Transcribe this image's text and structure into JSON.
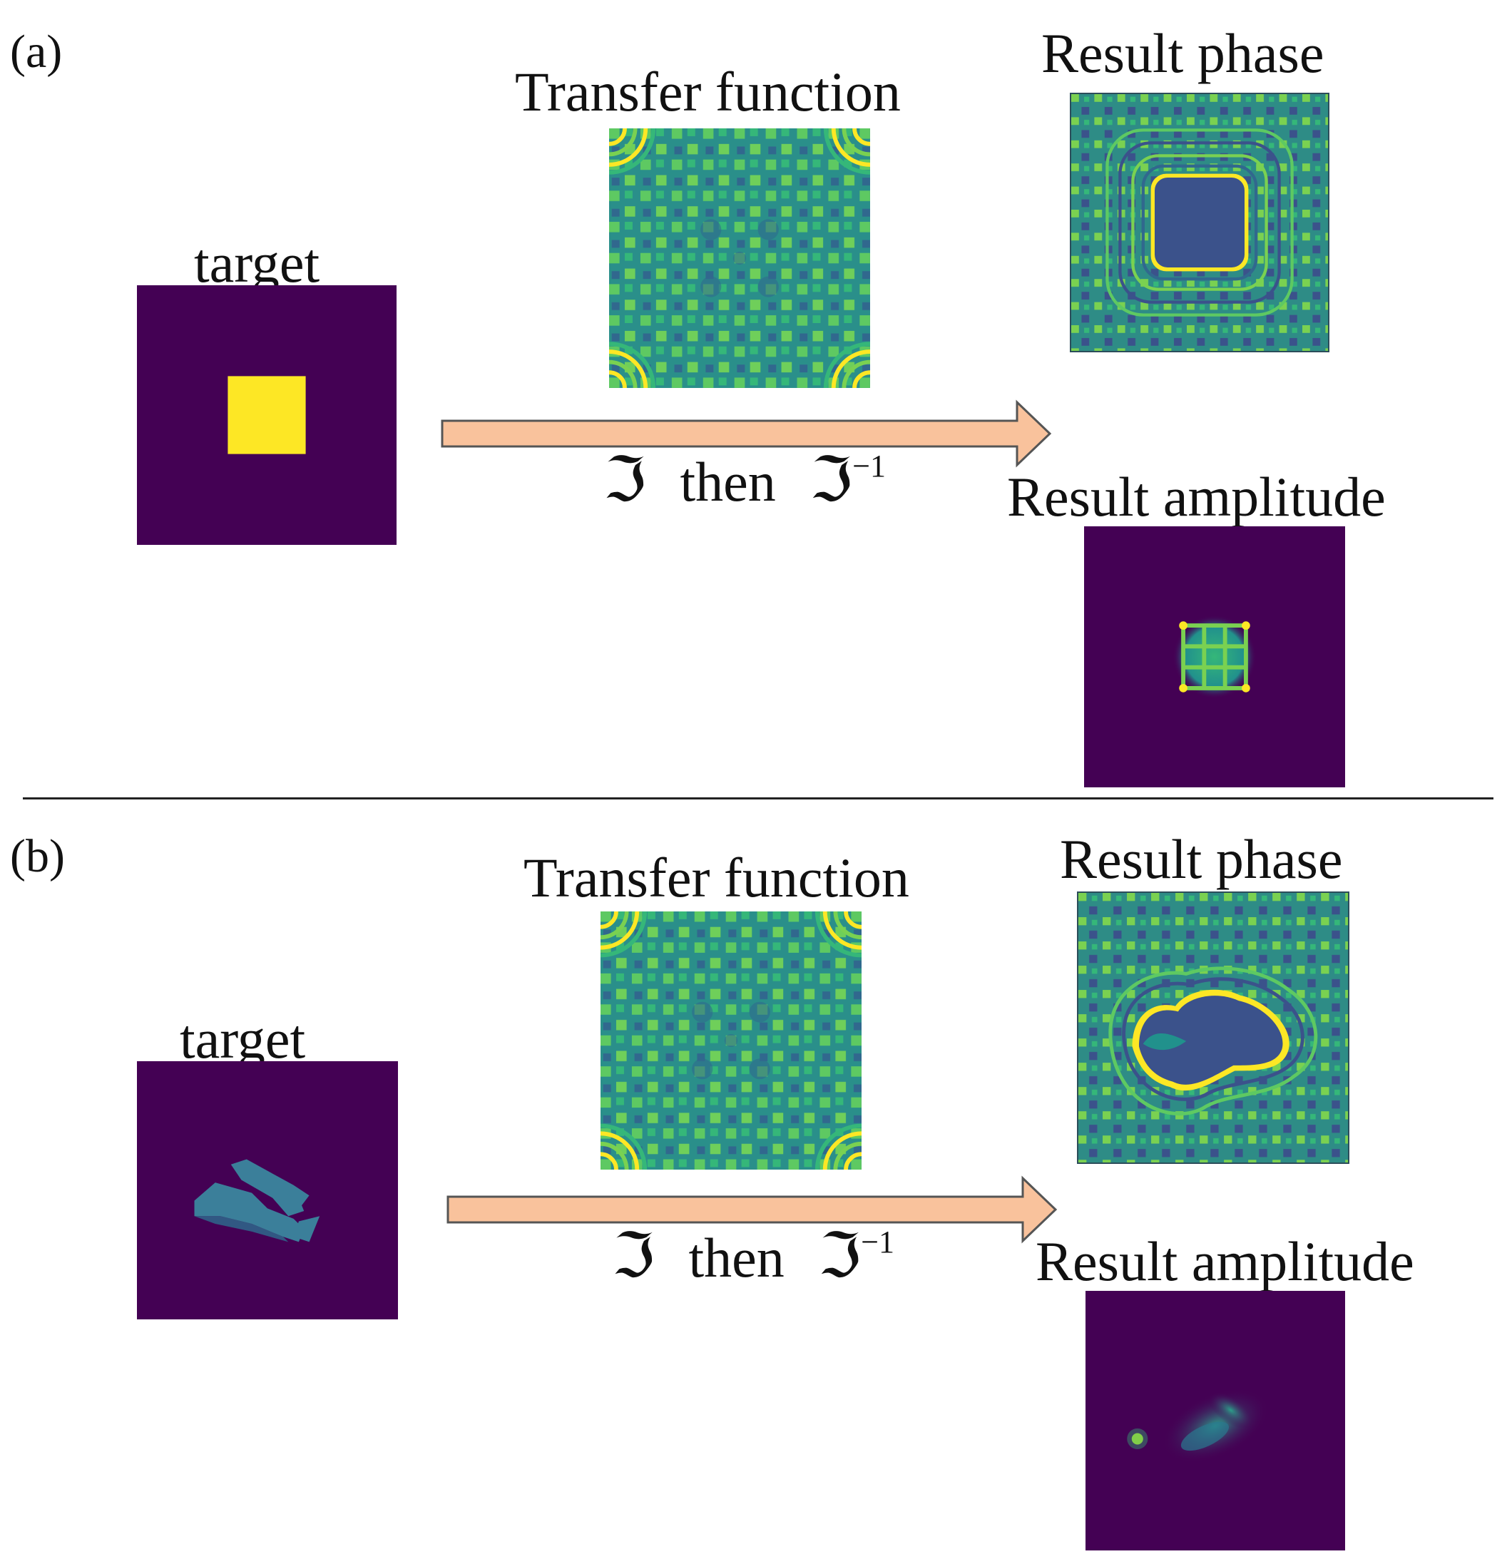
{
  "colors": {
    "background_dark": "#440154",
    "viridis_mid": "#21918c",
    "viridis_teal": "#3b9a8c",
    "viridis_green": "#5ec962",
    "viridis_yellow": "#fde725",
    "arrow_fill": "#f9c29c",
    "arrow_stroke": "#555555"
  },
  "panels": [
    {
      "label": "(a)",
      "target_title": "target",
      "transfer_title": "Transfer function",
      "phase_title": "Result phase",
      "amplitude_title": "Result amplitude",
      "operation": {
        "op1": "ℑ",
        "word": "then",
        "op2": "ℑ",
        "exponent": "−1"
      }
    },
    {
      "label": "(b)",
      "target_title": "target",
      "transfer_title": "Transfer function",
      "phase_title": "Result phase",
      "amplitude_title": "Result amplitude",
      "operation": {
        "op1": "ℑ",
        "word": "then",
        "op2": "ℑ",
        "exponent": "−1"
      }
    }
  ]
}
